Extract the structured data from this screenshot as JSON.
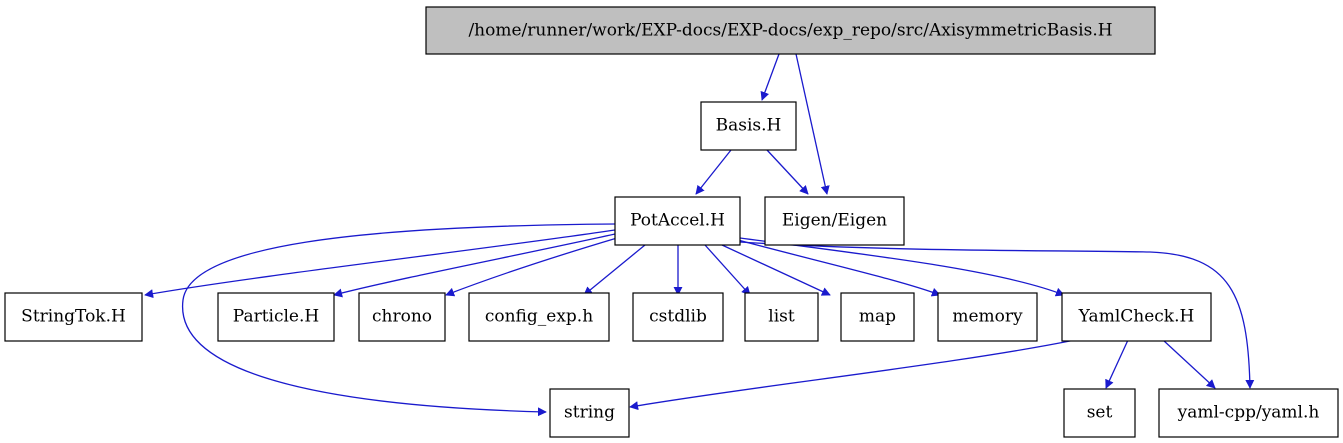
{
  "colors": {
    "edge": "#1a1acd",
    "root_fill": "#bfbfbf",
    "node_fill": "#ffffff",
    "border": "#000000"
  },
  "nodes": {
    "root": "/home/runner/work/EXP-docs/EXP-docs/exp_repo/src/AxisymmetricBasis.H",
    "basis": "Basis.H",
    "potaccel": "PotAccel.H",
    "eigen": "Eigen/Eigen",
    "stringtok": "StringTok.H",
    "particle": "Particle.H",
    "chrono": "chrono",
    "config_exp": "config_exp.h",
    "cstdlib": "cstdlib",
    "list": "list",
    "map": "map",
    "memory": "memory",
    "yamlcheck": "YamlCheck.H",
    "string": "string",
    "set": "set",
    "yamlcpp": "yaml-cpp/yaml.h"
  },
  "edges": [
    [
      "root",
      "basis"
    ],
    [
      "root",
      "eigen"
    ],
    [
      "basis",
      "potaccel"
    ],
    [
      "basis",
      "eigen"
    ],
    [
      "potaccel",
      "stringtok"
    ],
    [
      "potaccel",
      "particle"
    ],
    [
      "potaccel",
      "chrono"
    ],
    [
      "potaccel",
      "config_exp"
    ],
    [
      "potaccel",
      "cstdlib"
    ],
    [
      "potaccel",
      "list"
    ],
    [
      "potaccel",
      "map"
    ],
    [
      "potaccel",
      "memory"
    ],
    [
      "potaccel",
      "yamlcheck"
    ],
    [
      "potaccel",
      "string"
    ],
    [
      "potaccel",
      "yamlcpp"
    ],
    [
      "yamlcheck",
      "string"
    ],
    [
      "yamlcheck",
      "set"
    ],
    [
      "yamlcheck",
      "yamlcpp"
    ]
  ]
}
